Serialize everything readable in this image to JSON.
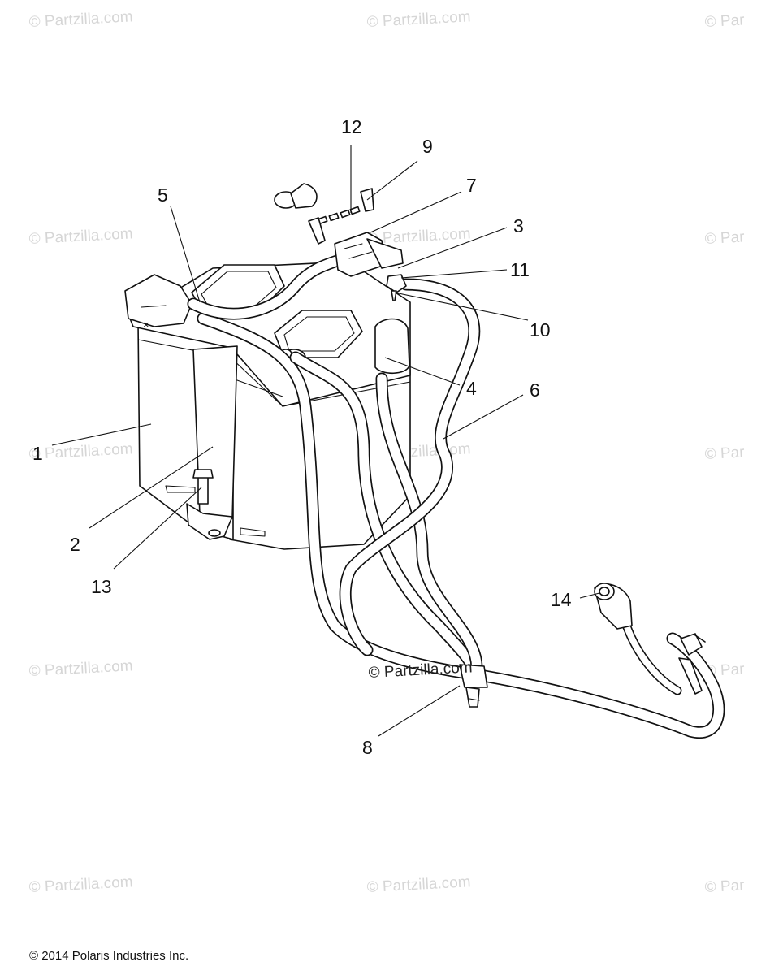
{
  "callouts": {
    "c1": "1",
    "c2": "2",
    "c3": "3",
    "c4": "4",
    "c5": "5",
    "c6": "6",
    "c7": "7",
    "c8": "8",
    "c9": "9",
    "c10": "10",
    "c11": "11",
    "c12": "12",
    "c13": "13",
    "c14": "14"
  },
  "watermark": {
    "text": "© Partzilla.com",
    "edge_text": "© Par",
    "dark_text": "© Partzilla.com"
  },
  "footer": {
    "copyright": "© 2014 Polaris Industries Inc."
  }
}
